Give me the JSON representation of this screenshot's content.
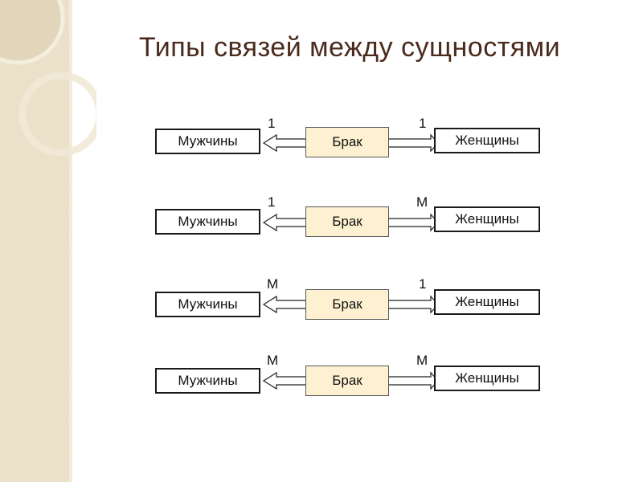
{
  "title": "Типы связей между сущностями",
  "rows": [
    {
      "left": "Мужчины",
      "relation": "Брак",
      "right": "Женщины",
      "card_left": "1",
      "card_right": "1"
    },
    {
      "left": "Мужчины",
      "relation": "Брак",
      "right": "Женщины",
      "card_left": "1",
      "card_right": "М"
    },
    {
      "left": "Мужчины",
      "relation": "Брак",
      "right": "Женщины",
      "card_left": "М",
      "card_right": "1"
    },
    {
      "left": "Мужчины",
      "relation": "Брак",
      "right": "Женщины",
      "card_left": "М",
      "card_right": "М"
    }
  ],
  "colors": {
    "title": "#4a2a1c",
    "relation_fill": "#fdf1d2",
    "side_strip": "#eadfc6"
  }
}
